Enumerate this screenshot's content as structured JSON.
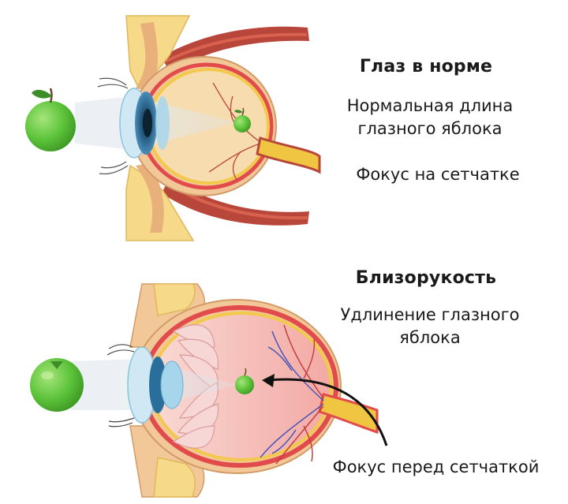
{
  "top_section": {
    "heading": "Глаз в норме",
    "line1": "Нормальная длина",
    "line2": "глазного яблока",
    "focus": "Фокус на сетчатке"
  },
  "bottom_section": {
    "heading": "Близорукость",
    "line1": "Удлинение глазного",
    "line2": "яблока",
    "focus": "Фокус перед сетчаткой"
  },
  "colors": {
    "apple": "#5cc33a",
    "apple_highlight": "#a6e57a",
    "muscle": "#b8463a",
    "muscle_light": "#d9624e",
    "fat": "#f7d98a",
    "sclera": "#f3c899",
    "choroid": "#e24b4b",
    "retina_yellow": "#f2c94c",
    "iris": "#2a6f9c",
    "lens": "#a7d6ec",
    "vitreous": "#f6c6c2",
    "nerve": "#f0c542",
    "ray": "#dbe4ea"
  }
}
